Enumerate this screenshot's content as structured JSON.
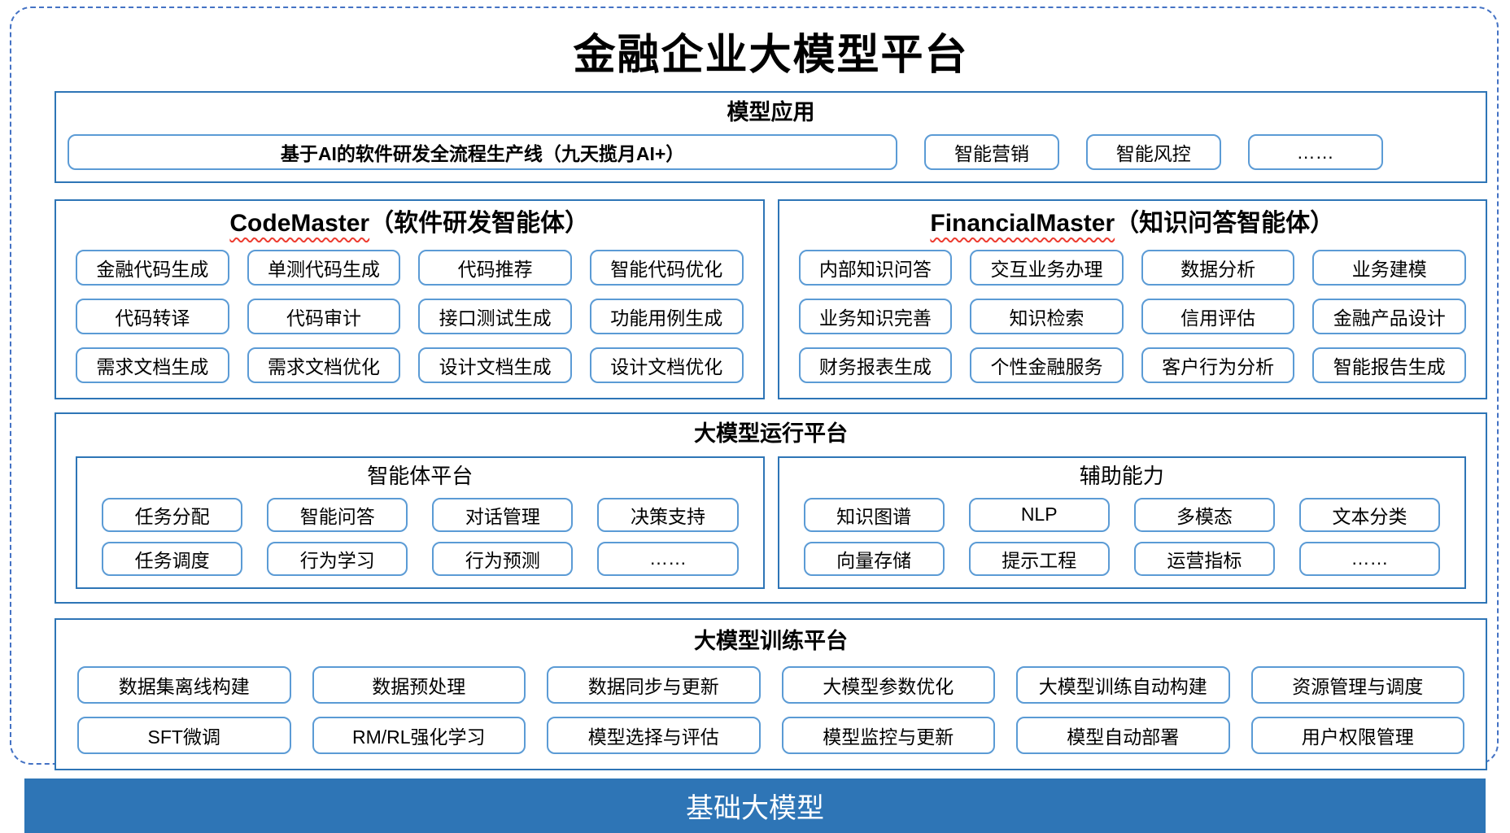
{
  "title": "金融企业大模型平台",
  "colors": {
    "border_blue": "#2E75B6",
    "box_border": "#5B9BD5",
    "dashed_border": "#4472C4",
    "footer_bg": "#2E75B6",
    "footer_text": "#FFFFFF",
    "squiggle": "#ED3B2F"
  },
  "model_app": {
    "header": "模型应用",
    "pipeline": "基于AI的软件研发全流程生产线（九天揽月AI+）",
    "items": [
      "智能营销",
      "智能风控",
      "……"
    ]
  },
  "codemaster": {
    "title_en": "CodeMaster",
    "title_zh": "（软件研发智能体）",
    "items": [
      "金融代码生成",
      "单测代码生成",
      "代码推荐",
      "智能代码优化",
      "代码转译",
      "代码审计",
      "接口测试生成",
      "功能用例生成",
      "需求文档生成",
      "需求文档优化",
      "设计文档生成",
      "设计文档优化"
    ]
  },
  "financialmaster": {
    "title_en": "FinancialMaster",
    "title_zh": "（知识问答智能体）",
    "items": [
      "内部知识问答",
      "交互业务办理",
      "数据分析",
      "业务建模",
      "业务知识完善",
      "知识检索",
      "信用评估",
      "金融产品设计",
      "财务报表生成",
      "个性金融服务",
      "客户行为分析",
      "智能报告生成"
    ]
  },
  "runtime": {
    "header": "大模型运行平台",
    "agent_platform": {
      "header": "智能体平台",
      "items": [
        "任务分配",
        "智能问答",
        "对话管理",
        "决策支持",
        "任务调度",
        "行为学习",
        "行为预测",
        "……"
      ]
    },
    "aux": {
      "header": "辅助能力",
      "items": [
        "知识图谱",
        "NLP",
        "多模态",
        "文本分类",
        "向量存储",
        "提示工程",
        "运营指标",
        "……"
      ]
    }
  },
  "training": {
    "header": "大模型训练平台",
    "items": [
      "数据集离线构建",
      "数据预处理",
      "数据同步与更新",
      "大模型参数优化",
      "大模型训练自动构建",
      "资源管理与调度",
      "SFT微调",
      "RM/RL强化学习",
      "模型选择与评估",
      "模型监控与更新",
      "模型自动部署",
      "用户权限管理"
    ]
  },
  "footer": {
    "label": "基础大模型"
  }
}
